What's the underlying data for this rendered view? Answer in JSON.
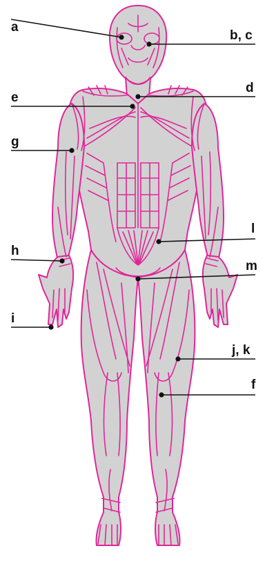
{
  "diagram": {
    "colors": {
      "outline": "#e0259a",
      "fill": "#d2d2d2",
      "leader": "#111111",
      "background": "#ffffff"
    },
    "labels": {
      "a": "a",
      "bc": "b, c",
      "d": "d",
      "e": "e",
      "g": "g",
      "h": "h",
      "i": "i",
      "l": "l",
      "m": "m",
      "jk": "j, k",
      "f": "f"
    }
  }
}
